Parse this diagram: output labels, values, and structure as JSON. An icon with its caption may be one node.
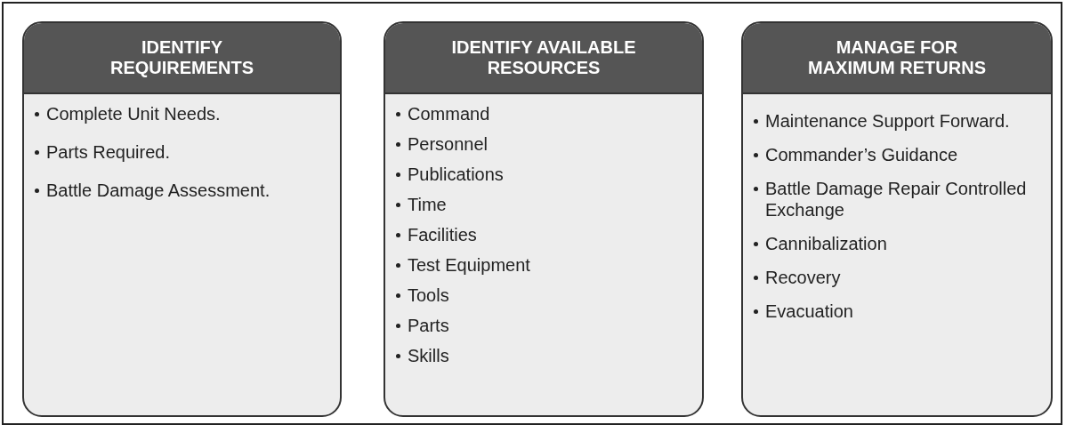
{
  "diagram": {
    "nodes": [
      {
        "text": [
          "IDENTIFY REQUIREMENTS",
          "Complete Unit Needs.",
          "Parts Required.",
          "Battle Damage Assessment."
        ]
      },
      {
        "text": [
          "IDENTIFY AVAILABLE RESOURCES",
          "Command",
          "Personnel",
          "Publications",
          "Time",
          "Facilities",
          "Test Equipment",
          "Tools",
          "Parts",
          "Skills"
        ]
      },
      {
        "text": [
          "MANAGE FOR MAXIMUM RETURNS",
          "Maintenance Support Forward.",
          "Commander’s Guidance",
          "Battle Damage Repair Controlled Exchange",
          "Cannibalization",
          "Recovery",
          "Evacuation"
        ]
      }
    ]
  }
}
